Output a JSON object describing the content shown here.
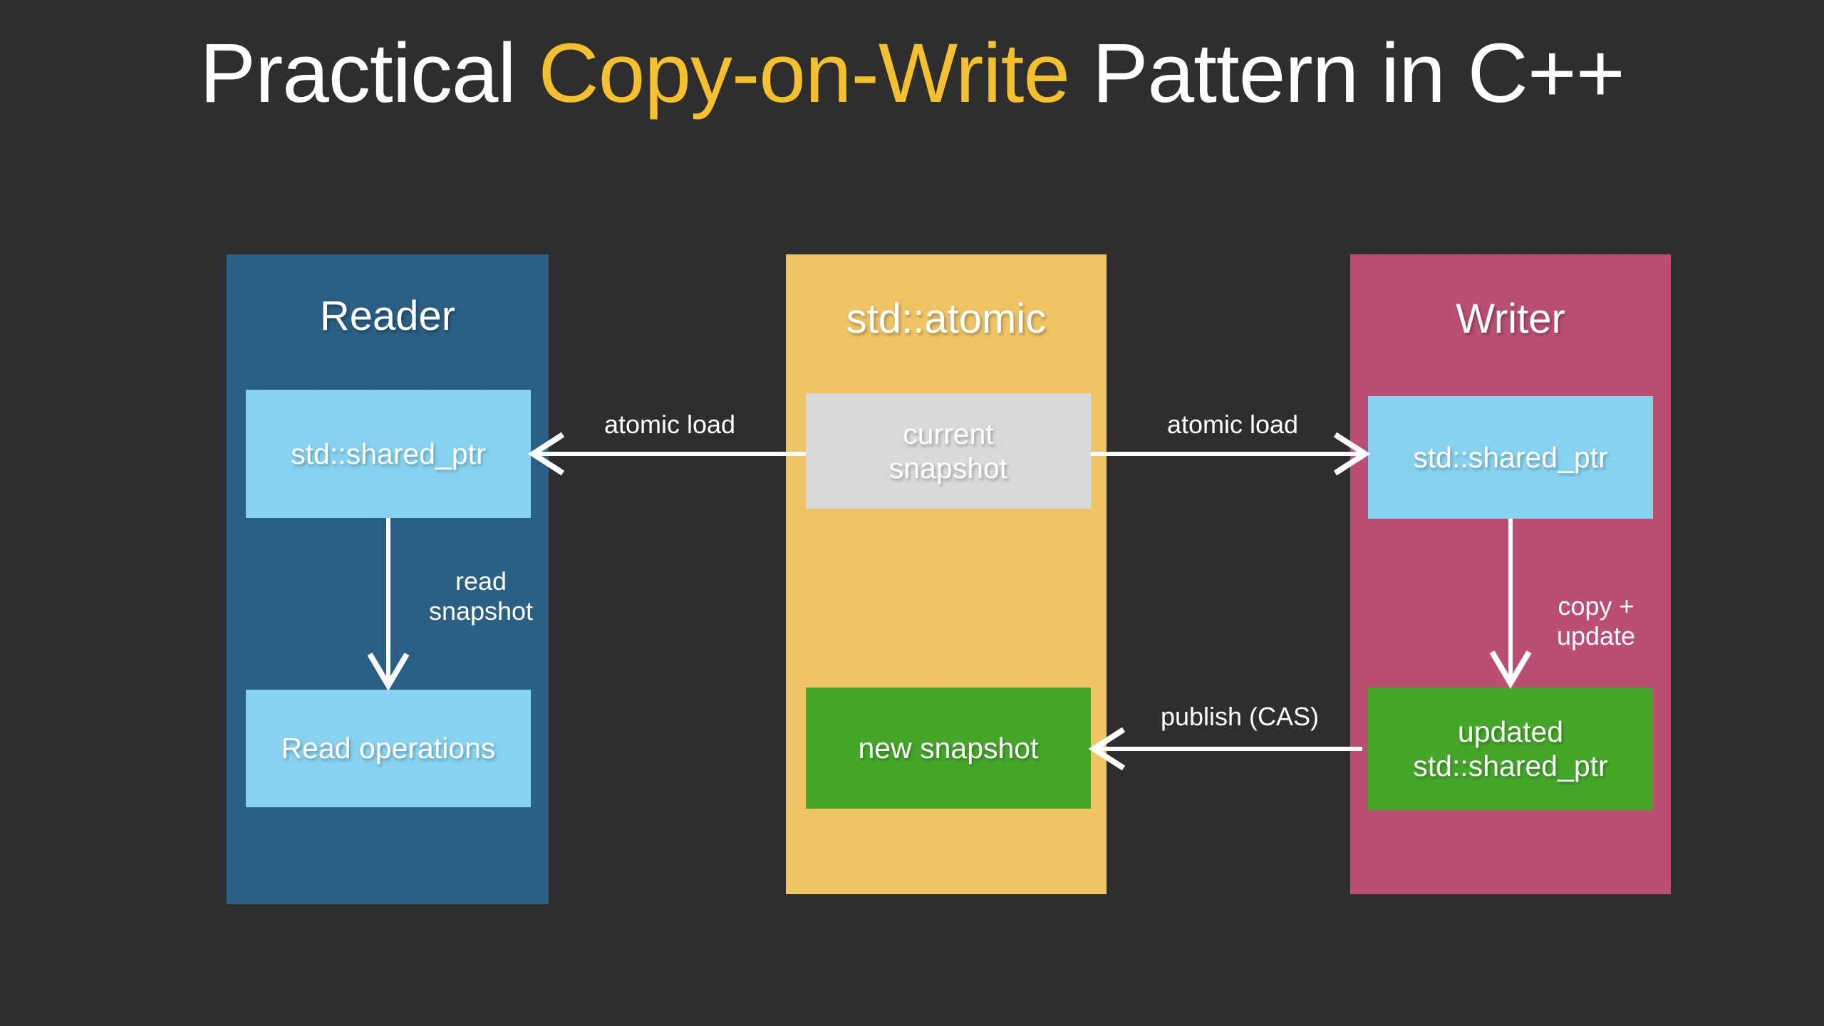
{
  "title": {
    "prefix": "Practical ",
    "accent": "Copy-on-Write",
    "suffix": " Pattern in C++",
    "accent_color": "#f4c02e"
  },
  "background_color": "#2e2e2e",
  "lanes": [
    {
      "id": "reader",
      "label": "Reader",
      "color": "#2b5f83",
      "nodes": [
        {
          "id": "reader-shared-ptr",
          "label": "std::shared_ptr",
          "color": "#87d3ef"
        },
        {
          "id": "reader-read-operations",
          "label": "Read operations",
          "color": "#87d3ef"
        }
      ]
    },
    {
      "id": "std-atomic",
      "label": "std::atomic",
      "color": "#efc464",
      "nodes": [
        {
          "id": "current-snapshot",
          "label": "current\nsnapshot",
          "color": "#d9d9d9"
        },
        {
          "id": "new-snapshot",
          "label": "new snapshot",
          "color": "#45a72a"
        }
      ]
    },
    {
      "id": "writer",
      "label": "Writer",
      "color": "#ba4f72",
      "nodes": [
        {
          "id": "writer-shared-ptr",
          "label": "std::shared_ptr",
          "color": "#87d3ef"
        },
        {
          "id": "writer-updated-shared-ptr",
          "label": "updated\nstd::shared_ptr",
          "color": "#45a72a"
        }
      ]
    }
  ],
  "edges": [
    {
      "id": "atomic-load-reader",
      "label": "atomic load",
      "from": "current-snapshot",
      "to": "reader-shared-ptr",
      "direction": "left"
    },
    {
      "id": "atomic-load-writer",
      "label": "atomic load",
      "from": "current-snapshot",
      "to": "writer-shared-ptr",
      "direction": "right"
    },
    {
      "id": "read-snapshot",
      "label": "read\nsnapshot",
      "from": "reader-shared-ptr",
      "to": "reader-read-operations",
      "direction": "down"
    },
    {
      "id": "copy-update",
      "label": "copy +\nupdate",
      "from": "writer-shared-ptr",
      "to": "writer-updated-shared-ptr",
      "direction": "down"
    },
    {
      "id": "publish-cas",
      "label": "publish (CAS)",
      "from": "writer-updated-shared-ptr",
      "to": "new-snapshot",
      "direction": "left"
    }
  ]
}
